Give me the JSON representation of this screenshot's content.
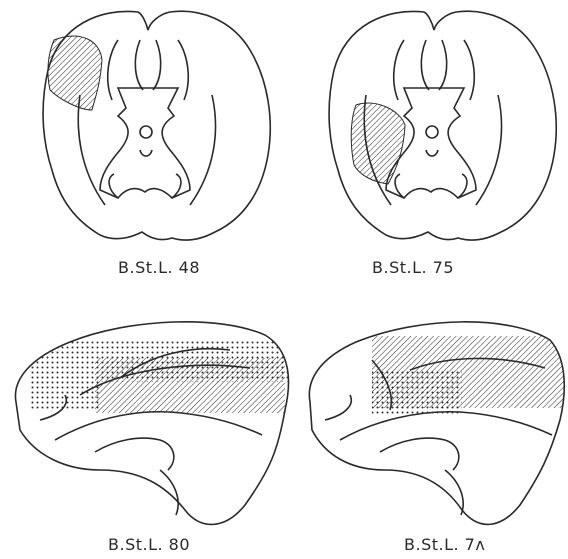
{
  "figure": {
    "panels": [
      {
        "label": "B.St.L. 48",
        "view": "basal",
        "lesion": "hatched"
      },
      {
        "label": "B.St.L. 75",
        "view": "basal",
        "lesion": "hatched"
      },
      {
        "label": "B.St.L. 80",
        "view": "lateral",
        "lesion": "hatched-and-stippled"
      },
      {
        "label": "B.St.L. 7ᴧ",
        "view": "lateral",
        "lesion": "hatched-and-stippled"
      }
    ],
    "colors": {
      "ink": "#2a2a2a",
      "background": "#ffffff"
    }
  }
}
